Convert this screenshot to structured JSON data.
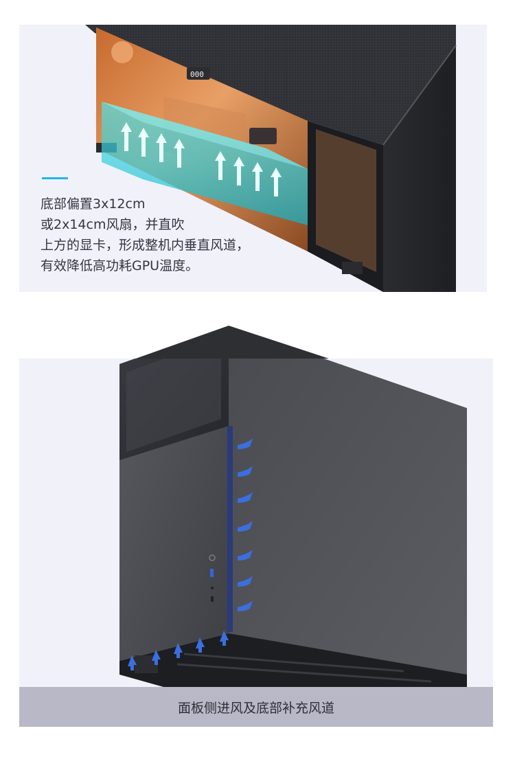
{
  "top_section": {
    "description_lines": [
      "底部偏置3x12cm",
      "或2x14cm风扇，并直吹",
      "上方的显卡，形成整机内垂直风道，",
      "有效降低高功耗GPU温度。"
    ],
    "gpu_badge": "000",
    "accent_color": "#1fb6e9"
  },
  "bottom_section": {
    "caption": "面板侧进风及底部补充风道",
    "arrow_color": "#3b6fe0"
  }
}
